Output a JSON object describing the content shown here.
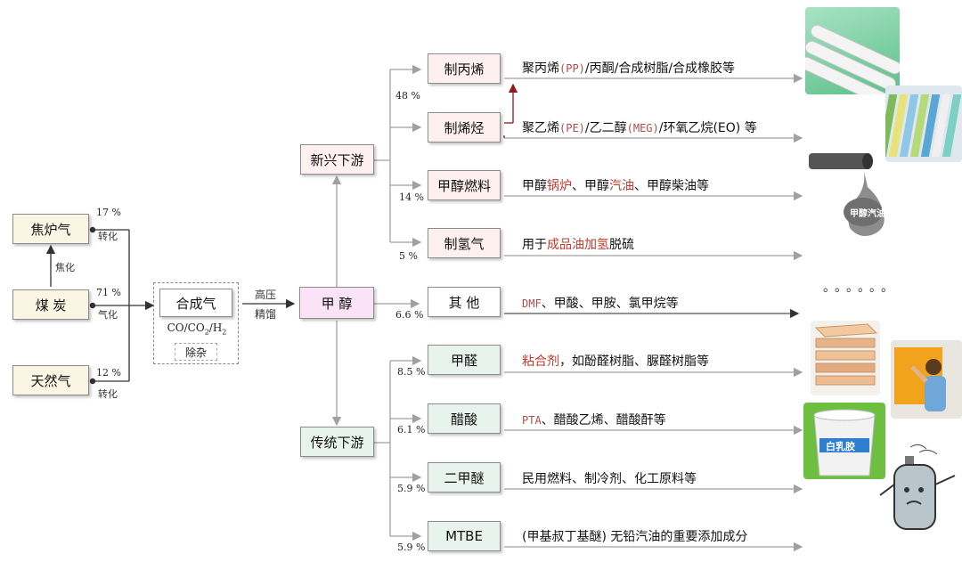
{
  "sources": {
    "coke_gas": "焦炉气",
    "coal": "煤 炭",
    "natural_gas": "天然气"
  },
  "source_shares": {
    "coke_gas": "17 %",
    "coal": "71 %",
    "natural_gas": "12 %"
  },
  "source_process": {
    "coke_gas": "转化",
    "coal": "气化",
    "natural_gas": "转化",
    "coal_to_coke": "焦化"
  },
  "syngas": {
    "title": "合成气",
    "formula_prefix": "CO/CO",
    "formula_sub2": "2",
    "formula_mid": "/H",
    "formula_sub3": "2",
    "purify": "除杂"
  },
  "process_label": {
    "line1": "高压",
    "line2": "精馏"
  },
  "methanol": "甲 醇",
  "branches": {
    "emerging": "新兴下游",
    "traditional": "传统下游"
  },
  "emerging_items": [
    {
      "name": "制丙烯",
      "share": "48 %"
    },
    {
      "name": "制烯烃",
      "share": ""
    },
    {
      "name": "甲醇燃料",
      "share": "14 %"
    },
    {
      "name": "制氢气",
      "share": "5 %"
    }
  ],
  "other_item": {
    "name": "其 他",
    "share": "6.6 %"
  },
  "traditional_items": [
    {
      "name": "甲醛",
      "share": "8.5 %"
    },
    {
      "name": "醋酸",
      "share": "6.1 %"
    },
    {
      "name": "二甲醚",
      "share": "5.9 %"
    },
    {
      "name": "MTBE",
      "share": "5.9 %"
    }
  ],
  "descriptions": {
    "propylene": {
      "a": "聚丙烯",
      "b": "(PP)",
      "c": "/丙酮/合成树脂/合成橡胶等"
    },
    "olefin": {
      "a": "聚乙烯",
      "b": "(PE)",
      "c": "/乙二醇",
      "d": "(MEG)",
      "e": "/环氧乙烷(EO) 等"
    },
    "fuel": {
      "a": "甲醇",
      "b": "锅炉",
      "c": "、甲醇",
      "d": "汽油",
      "e": "、甲醇柴油等"
    },
    "hydrogen": {
      "a": "用于",
      "b": "成品油加氢",
      "c": "脱硫"
    },
    "other": {
      "a": "DMF",
      "b": "、甲酸、甲胺、氯甲烷等"
    },
    "formaldehyde": {
      "a": "粘合剂",
      "b": "，如酚醛树脂、脲醛树脂等"
    },
    "acetic": {
      "a": "PTA",
      "b": "、醋酸乙烯、醋酸酐等"
    },
    "dme": "民用燃料、制冷剂、化工原料等",
    "mtbe": "(甲基叔丁基醚) 无铅汽油的重要添加成分"
  },
  "images": {
    "fuel_drop_label": "甲醇汽油",
    "bucket_label": "白乳胶",
    "ellipsis": "。。。。。。"
  },
  "colors": {
    "arrow": "#a0a0a0",
    "highlight": "#c0392b",
    "methanol_fill": "#fbe3f7",
    "traditional_fill": "#e8f3ee",
    "emerging_fill": "#fff0f0"
  }
}
